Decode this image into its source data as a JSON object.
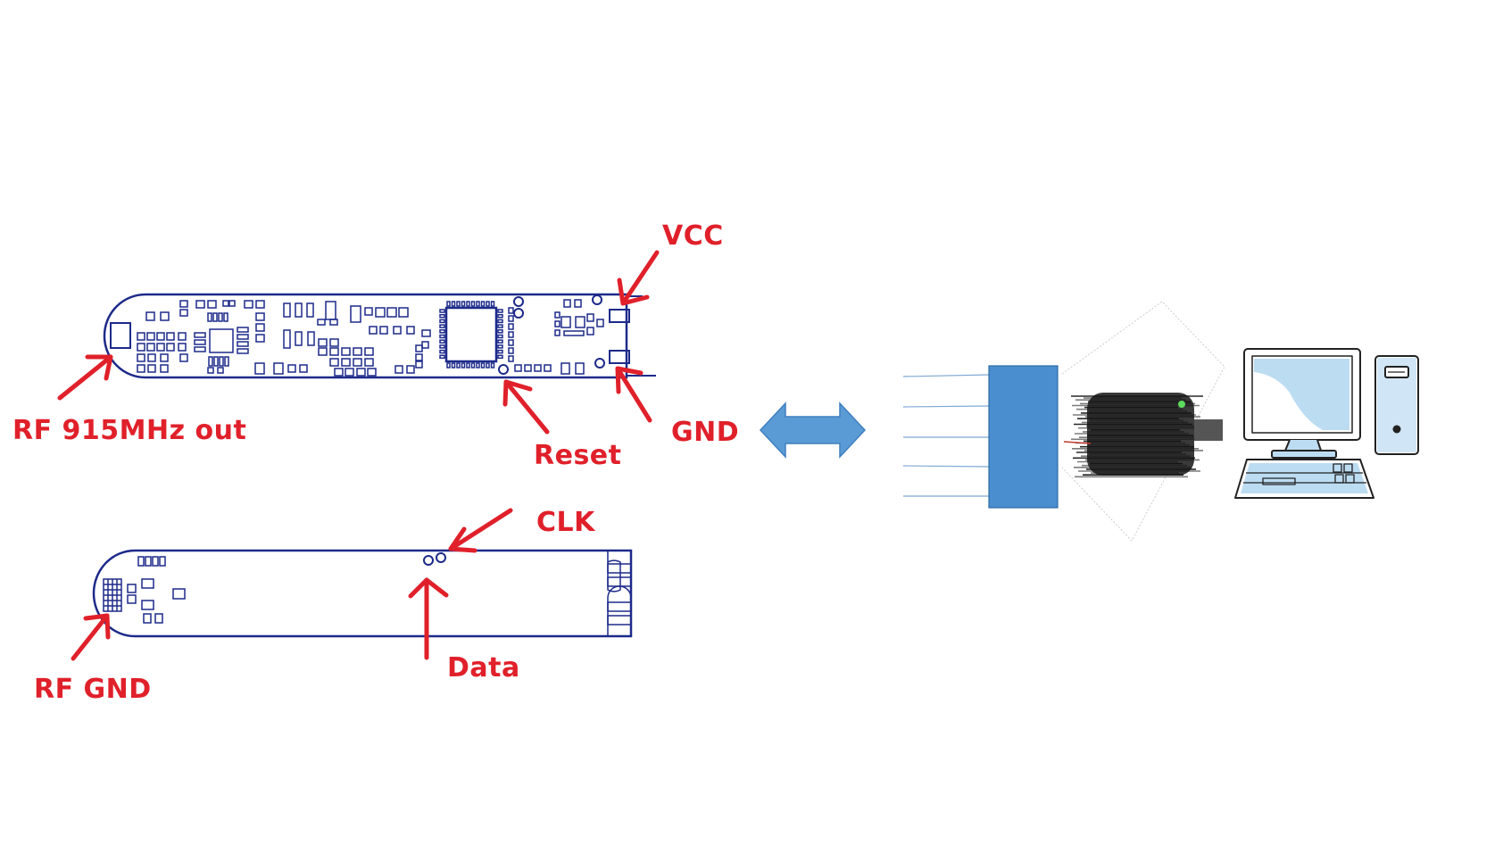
{
  "labels": {
    "vcc": "VCC",
    "rf_out": "RF 915MHz out",
    "reset": "Reset",
    "gnd": "GND",
    "clk": "CLK",
    "data": "Data",
    "rf_gnd": "RF GND"
  },
  "colors": {
    "annotation": "#e0202a",
    "board_outline": "#1d2a8a",
    "connector_block": "#4a8ed0",
    "link_arrow": "#5b9bd5",
    "screen": "#bcdcf2"
  },
  "icons": {
    "link": "double-arrow-icon",
    "programmer": "usb-programmer-icon",
    "computer": "desktop-computer-icon"
  }
}
